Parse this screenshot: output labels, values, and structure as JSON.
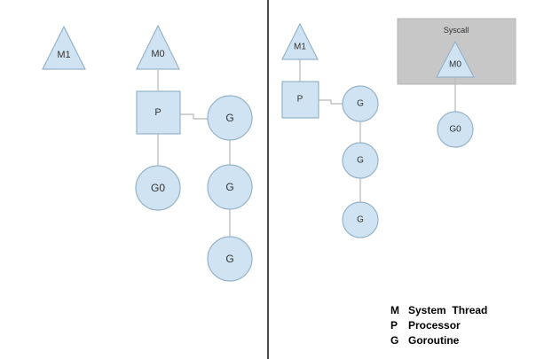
{
  "left_panel": {
    "m1_label": "M1",
    "m0_label": "M0",
    "p_label": "P",
    "g0_label": "G0",
    "queue_labels": [
      "G",
      "G",
      "G"
    ]
  },
  "right_panel": {
    "m1_label": "M1",
    "p_label": "P",
    "queue_labels": [
      "G",
      "G",
      "G"
    ],
    "syscall_label": "Syscall",
    "m0_label": "M0",
    "g0_label": "G0"
  },
  "legend": [
    {
      "key": "M",
      "text": "System  Thread"
    },
    {
      "key": "P",
      "text": "Processor"
    },
    {
      "key": "G",
      "text": "Goroutine"
    }
  ],
  "colors": {
    "node_fill": "#cfe3f2",
    "node_stroke": "#96b3c9",
    "syscall_box": "#c7c7c7",
    "connector": "#b8b8b8"
  }
}
